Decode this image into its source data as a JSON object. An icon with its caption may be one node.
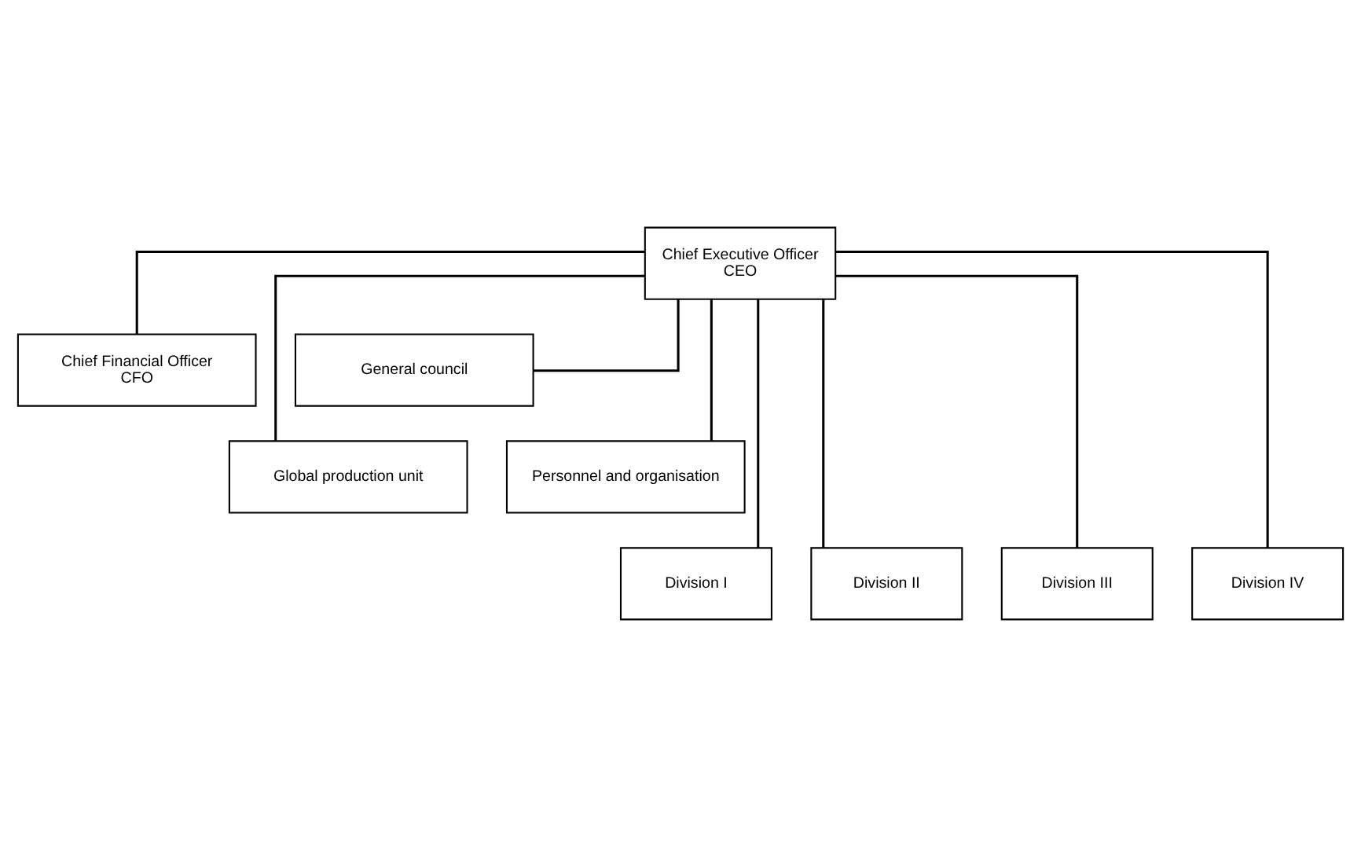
{
  "diagram": {
    "nodes": [
      {
        "text": [
          "Chief Executive Officer",
          "CEO"
        ]
      },
      {
        "text": [
          "Chief Financial Officer",
          "CFO"
        ]
      },
      {
        "text": [
          "General council"
        ]
      },
      {
        "text": [
          "Global production unit"
        ]
      },
      {
        "text": [
          "Personnel and organisation"
        ]
      },
      {
        "text": [
          "Division I"
        ]
      },
      {
        "text": [
          "Division II"
        ]
      },
      {
        "text": [
          "Division III"
        ]
      },
      {
        "text": [
          "Division IV"
        ]
      }
    ],
    "edges": [
      {
        "from": 0,
        "to": 1,
        "arrow": "none"
      },
      {
        "from": 0,
        "to": 2,
        "arrow": "none"
      },
      {
        "from": 0,
        "to": 3,
        "arrow": "none"
      },
      {
        "from": 0,
        "to": 4,
        "arrow": "none"
      },
      {
        "from": 0,
        "to": 5,
        "arrow": "none"
      },
      {
        "from": 0,
        "to": 6,
        "arrow": "none"
      },
      {
        "from": 0,
        "to": 7,
        "arrow": "none"
      },
      {
        "from": 0,
        "to": 8,
        "arrow": "none"
      }
    ]
  }
}
